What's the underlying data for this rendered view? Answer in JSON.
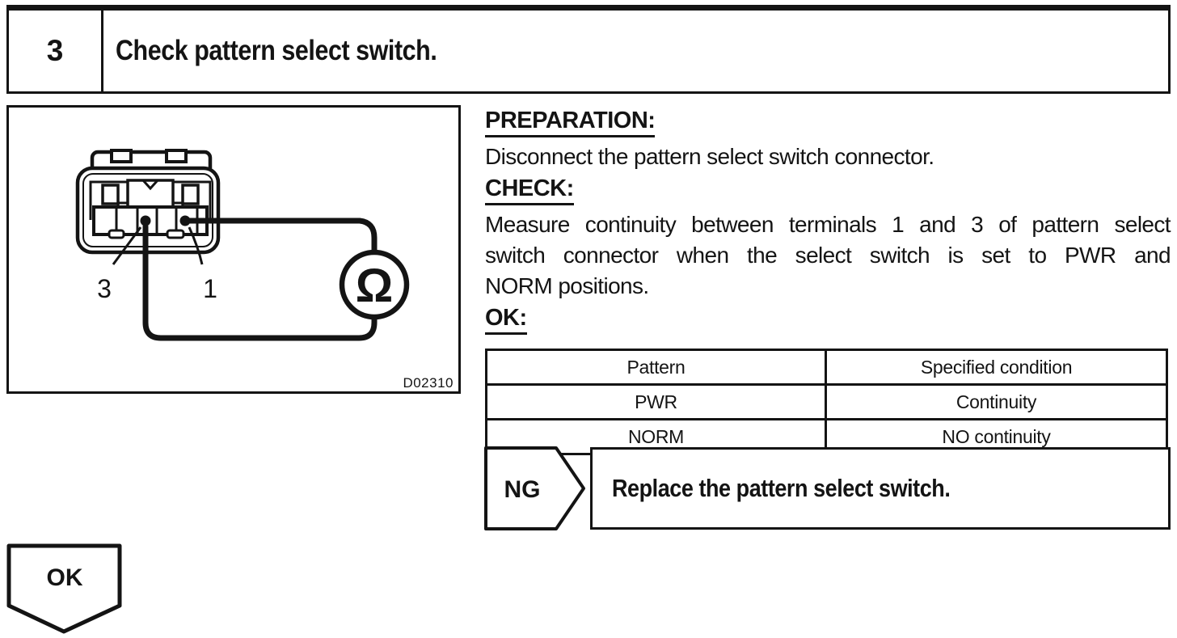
{
  "step": {
    "number": "3",
    "title": "Check pattern select switch."
  },
  "figure": {
    "terminal_left_label": "3",
    "terminal_right_label": "1",
    "ohmmeter_symbol": "Ω",
    "figure_code": "D02310"
  },
  "preparation": {
    "heading": "PREPARATION:",
    "body": "Disconnect the pattern select switch connector."
  },
  "check": {
    "heading": "CHECK:",
    "lines": [
      "Measure continuity between terminals 1 and 3 of pattern select",
      "switch connector when the select switch is set to PWR and",
      "NORM positions."
    ]
  },
  "ok_spec": {
    "heading": "OK:"
  },
  "table": {
    "headers": [
      "Pattern",
      "Specified condition"
    ],
    "rows": [
      [
        "PWR",
        "Continuity"
      ],
      [
        "NORM",
        "NO continuity"
      ]
    ]
  },
  "ng_flow": {
    "label": "NG",
    "action": "Replace the pattern select switch."
  },
  "ok_flow": {
    "label": "OK"
  },
  "colors": {
    "ink": "#141414",
    "paper": "#ffffff"
  }
}
